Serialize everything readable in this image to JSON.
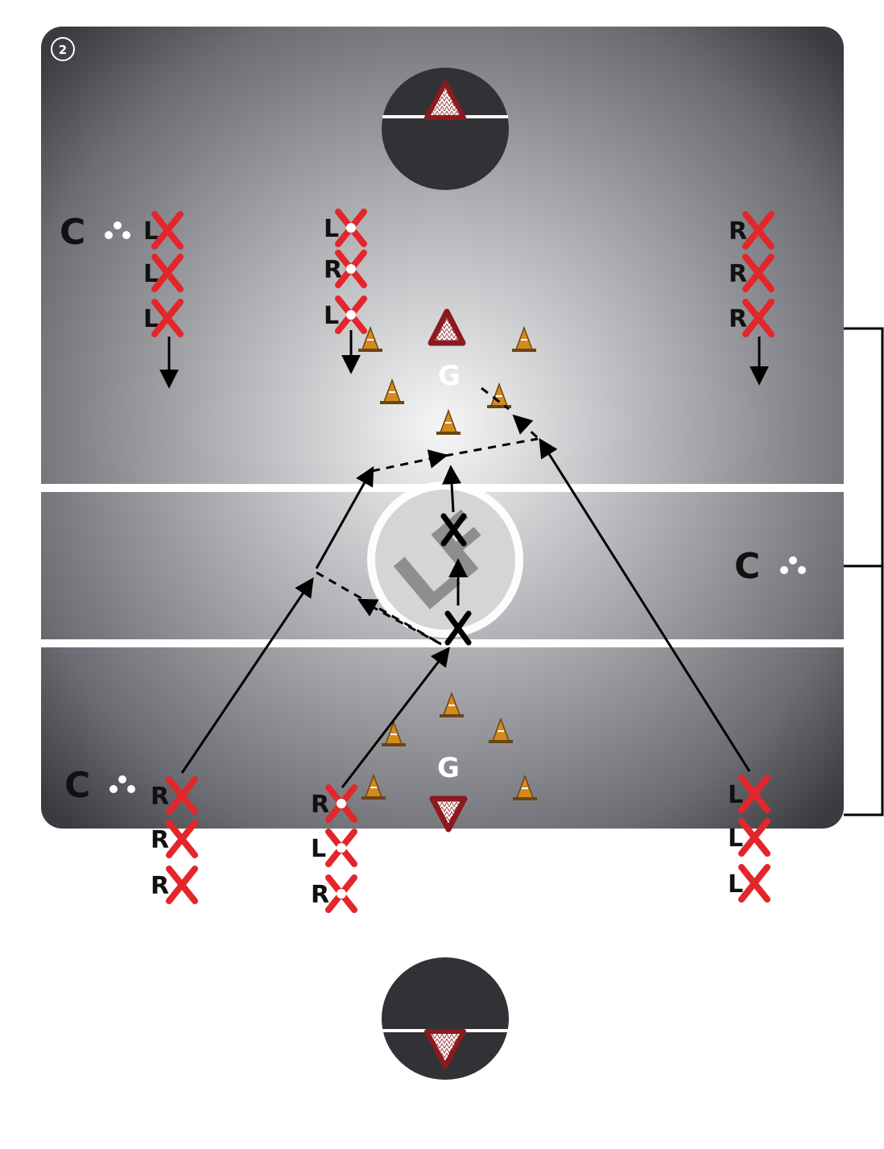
{
  "diagram": {
    "step_number": "2",
    "logo_text": "LF",
    "goalie_label": "G",
    "coach_label": "C",
    "colors": {
      "field_light": "#f4f4f5",
      "field_dark": "#3a3b3f",
      "crease": "#323236",
      "player_x": "#e3262b",
      "goal_triangle": "#8b1a1e",
      "cone": "#d38a1f",
      "line_white": "#ffffff"
    },
    "top_left_column": [
      "L",
      "L",
      "L"
    ],
    "top_center_column": [
      "L",
      "R",
      "L"
    ],
    "top_right_column": [
      "R",
      "R",
      "R"
    ],
    "bottom_left_column": [
      "R",
      "R",
      "R"
    ],
    "bottom_center_column": [
      "R",
      "L",
      "R"
    ],
    "bottom_right_column": [
      "L",
      "L",
      "L"
    ]
  }
}
